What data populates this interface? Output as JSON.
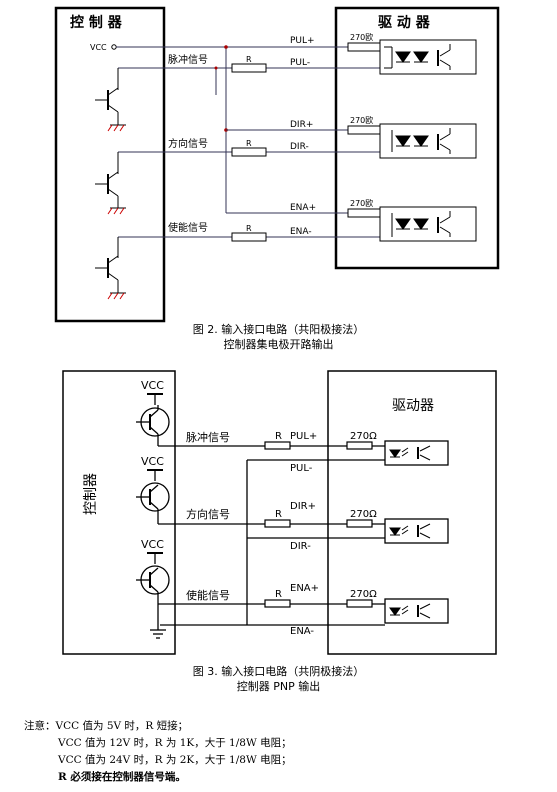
{
  "fig1": {
    "controller_title": "控 制 器",
    "driver_title": "驱 动 器",
    "vcc": "VCC",
    "signal_pulse": "脉冲信号",
    "signal_dir": "方向信号",
    "signal_ena": "使能信号",
    "r": "R",
    "res_270": "270欧",
    "pul_plus": "PUL+",
    "pul_minus": "PUL-",
    "dir_plus": "DIR+",
    "dir_minus": "DIR-",
    "ena_plus": "ENA+",
    "ena_minus": "ENA-",
    "caption_line1": "图 2.  输入接口电路（共阳极接法）",
    "caption_line2": "控制器集电极开路输出"
  },
  "fig2": {
    "controller_title": "控制器",
    "driver_title": "驱动器",
    "vcc": "VCC",
    "signal_pulse": "脉冲信号",
    "signal_dir": "方向信号",
    "signal_ena": "使能信号",
    "r": "R",
    "res_270": "270Ω",
    "pul_plus": "PUL+",
    "pul_minus": "PUL-",
    "dir_plus": "DIR+",
    "dir_minus": "DIR-",
    "ena_plus": "ENA+",
    "ena_minus": "ENA-",
    "caption_line1": "图 3.  输入接口电路（共阴极接法）",
    "caption_line2": "控制器 PNP 输出"
  },
  "notes": {
    "line1": "注意：VCC 值为 5V 时，R 短接；",
    "line2": "VCC 值为 12V 时，R 为 1K，大于 1/8W 电阻；",
    "line3": "VCC 值为 24V 时，R 为 2K，大于 1/8W 电阻；",
    "line4": "R 必须接在控制器信号端。"
  }
}
